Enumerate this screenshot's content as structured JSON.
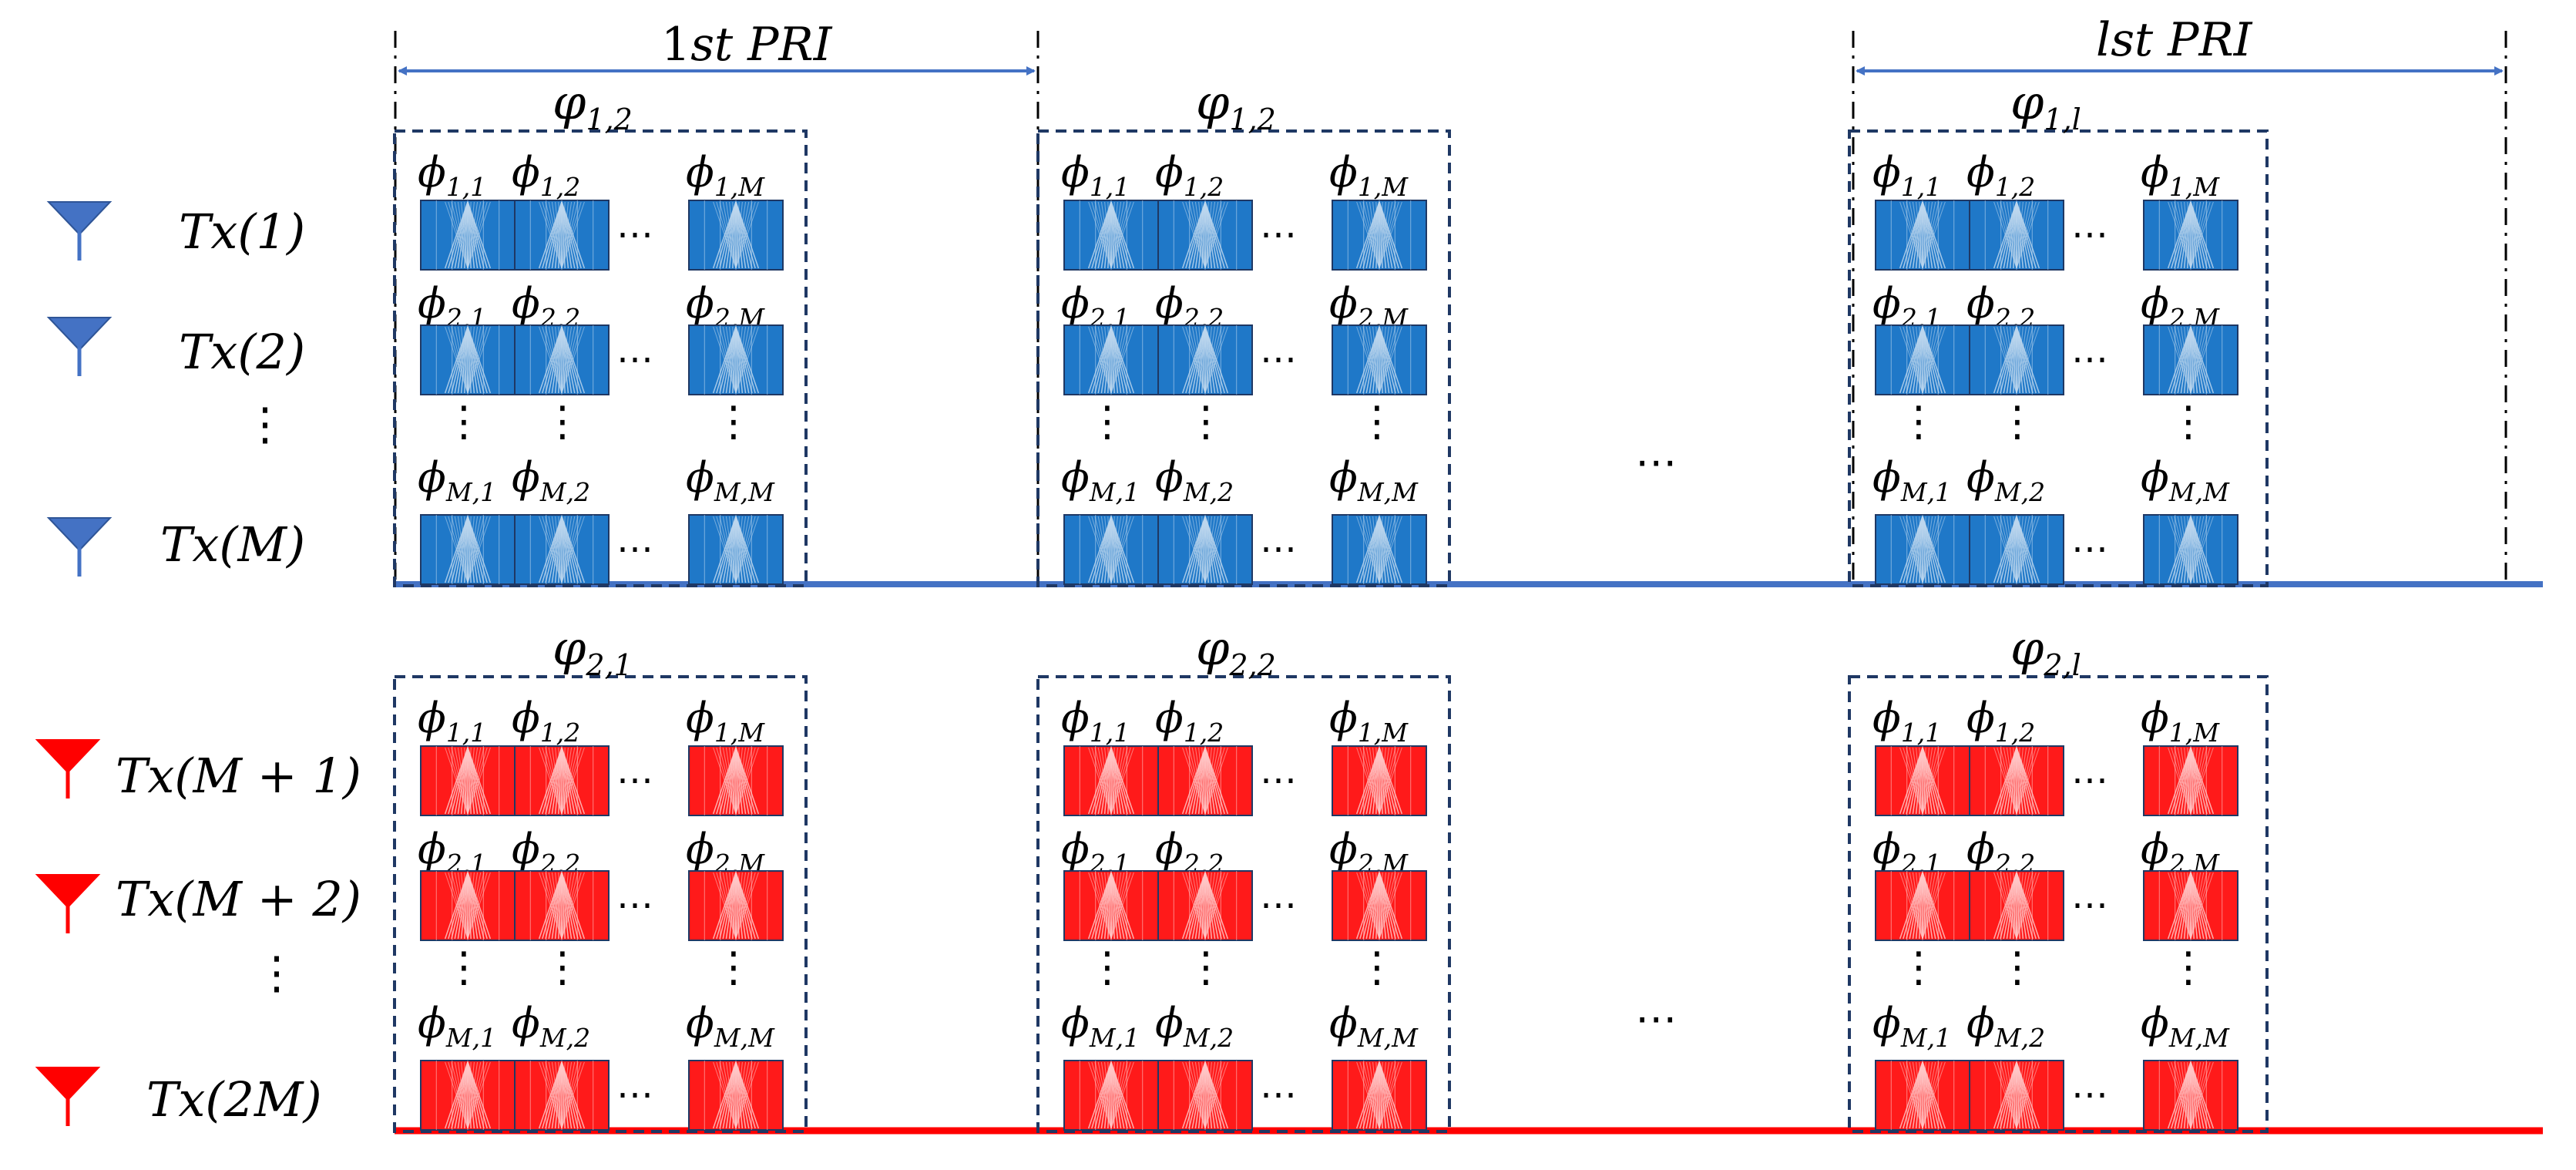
{
  "colors": {
    "blue": "#4472C4",
    "blue_pulse": "#1F78C8",
    "red": "#FF0000",
    "red_pulse": "#FF1A1A",
    "pulse_stroke": "#1F3864",
    "frame": "#1F3864",
    "ink": "#000000"
  },
  "pri_labels": {
    "first": {
      "main": "1",
      "rest": "st PRI"
    },
    "last": {
      "main": "",
      "rest": "lst PRI"
    }
  },
  "groups": [
    {
      "antenna_color": "blue",
      "tx_labels": [
        "Tx(1)",
        "Tx(2)",
        "⋮",
        "Tx(M)"
      ],
      "blocks": [
        {
          "phi_sub": "1,2"
        },
        {
          "phi_sub": "1,2"
        },
        {
          "phi_sub": "1,l"
        }
      ]
    },
    {
      "antenna_color": "red",
      "tx_labels": [
        "Tx(M + 1)",
        "Tx(M + 2)",
        "⋮",
        "Tx(2M)"
      ],
      "blocks": [
        {
          "phi_sub": "2,1"
        },
        {
          "phi_sub": "2,2"
        },
        {
          "phi_sub": "2,l"
        }
      ]
    }
  ],
  "row_subscripts": [
    [
      "1,1",
      "1,2",
      "1,M"
    ],
    [
      "2,1",
      "2,2",
      "2,M"
    ],
    [
      "M,1",
      "M,2",
      "M,M"
    ]
  ],
  "symbols": {
    "varphi": "φ",
    "phi": "ϕ",
    "hdots": "⋯",
    "vdots": "⋮"
  }
}
